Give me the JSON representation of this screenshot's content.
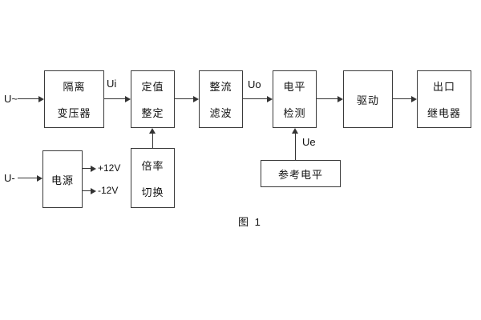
{
  "caption": "图 1",
  "signals": {
    "ac_input": "U~",
    "dc_input": "U-",
    "ui": "Ui",
    "uo": "Uo",
    "ue": "Ue",
    "rail_pos": "+12V",
    "rail_neg": "-12V"
  },
  "blocks": {
    "isolation_transformer": {
      "line1": "隔离",
      "line2": "变压器"
    },
    "value_setting": {
      "line1": "定值",
      "line2": "整定"
    },
    "rectifier_filter": {
      "line1": "整流",
      "line2": "滤波"
    },
    "level_detection": {
      "line1": "电平",
      "line2": "检测"
    },
    "drive": {
      "line1": "驱动"
    },
    "output_relay": {
      "line1": "出口",
      "line2": "继电器"
    },
    "power_supply": {
      "line1": "电源"
    },
    "ratio_switch": {
      "line1": "倍率",
      "line2": "切换"
    },
    "reference_level": {
      "line1": "参考电平"
    }
  }
}
